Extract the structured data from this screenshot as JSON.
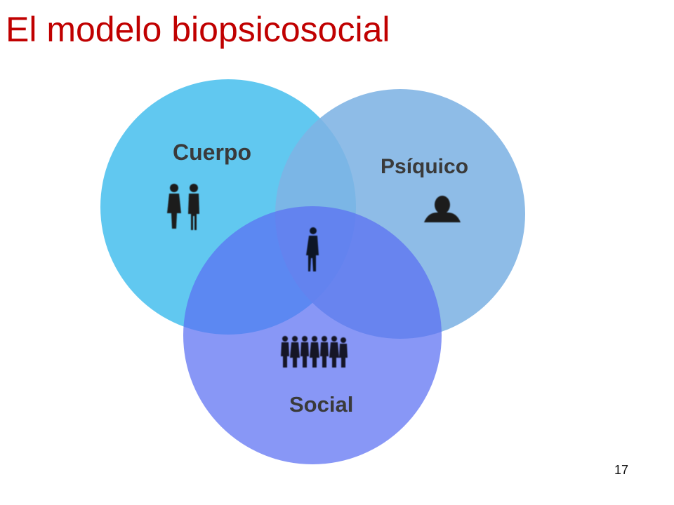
{
  "slide": {
    "title": "El modelo biopsicosocial",
    "title_color": "#c00000",
    "page_number": "17"
  },
  "diagram": {
    "type": "venn",
    "circles": [
      {
        "label": "Cuerpo",
        "color": "#5fc6ef",
        "icon": "two-people-standing-icon"
      },
      {
        "label": "Psíquico",
        "color": "#7ab3e6",
        "icon": "person-bust-icon"
      },
      {
        "label": "Social",
        "color": "#6b7cf0",
        "icon": "group-of-people-icon"
      }
    ],
    "center_icon": "single-person-icon",
    "label_color": "#3a3a3a"
  }
}
